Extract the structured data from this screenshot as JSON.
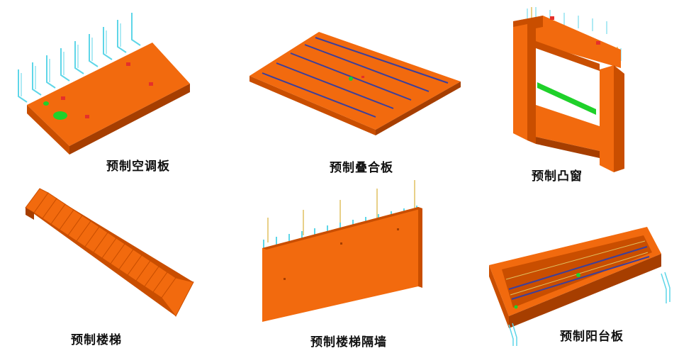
{
  "colors": {
    "concrete_top": "#F26A0E",
    "concrete_side": "#C94E00",
    "concrete_dark": "#A63E00",
    "rebar_cyan": "#5ED6E8",
    "rebar_yellow": "#E0C060",
    "rebar_blue": "#3A3F9E",
    "embed_green": "#1FD12A",
    "embed_red": "#E5302A"
  },
  "components": [
    {
      "id": "ac-slab",
      "label": "预制空调板"
    },
    {
      "id": "composite-slab",
      "label": "预制叠合板"
    },
    {
      "id": "bay-window",
      "label": "预制凸窗"
    },
    {
      "id": "stair",
      "label": "预制楼梯"
    },
    {
      "id": "stair-wall",
      "label": "预制楼梯隔墙"
    },
    {
      "id": "balcony",
      "label": "预制阳台板"
    }
  ]
}
